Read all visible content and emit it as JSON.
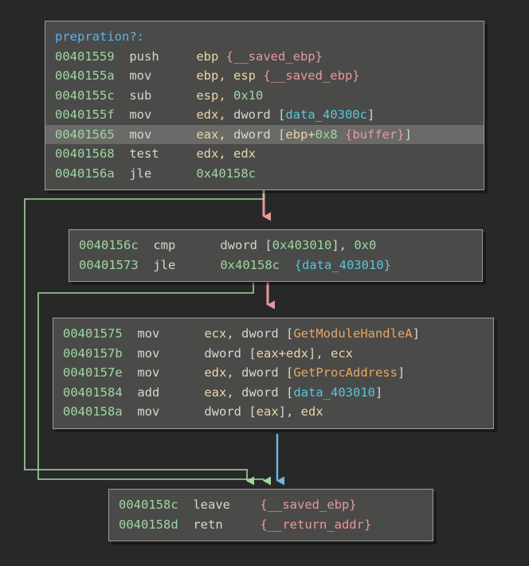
{
  "view": {
    "kind": "disassembly-control-flow-graph",
    "background_color": "#282828",
    "block_fill_color": "#4a4a49",
    "block_border_color": "#9c9c9a",
    "highlight_color": "#6a6a68"
  },
  "colors": {
    "label": "#5bb2e8",
    "address": "#9fd6a0",
    "mnemonic": "#d6d6d0",
    "register": "#e8d7a8",
    "number": "#9fd6a0",
    "data_symbol": "#57c7d9",
    "import_symbol": "#e8a662",
    "brace_comment": "#e79a9a",
    "edge_true": "#9fd6a0",
    "edge_false": "#e79a9a",
    "edge_unconditional": "#6bb8e8"
  },
  "function": {
    "name": "prepration?:"
  },
  "blocks": [
    {
      "id": "block-entry",
      "lines": [
        {
          "kind": "label",
          "tokens": [
            {
              "t": "label",
              "v": "prepration?:"
            }
          ]
        },
        {
          "kind": "instruction",
          "highlighted": false,
          "tokens": [
            {
              "t": "addr",
              "v": "00401559"
            },
            {
              "t": "mnem",
              "v": "push"
            },
            {
              "t": "reg",
              "v": "ebp"
            },
            {
              "t": "brace",
              "v": " {__saved_ebp}"
            }
          ]
        },
        {
          "kind": "instruction",
          "highlighted": false,
          "tokens": [
            {
              "t": "addr",
              "v": "0040155a"
            },
            {
              "t": "mnem",
              "v": "mov"
            },
            {
              "t": "reg",
              "v": "ebp, esp"
            },
            {
              "t": "brace",
              "v": " {__saved_ebp}"
            }
          ]
        },
        {
          "kind": "instruction",
          "highlighted": false,
          "tokens": [
            {
              "t": "addr",
              "v": "0040155c"
            },
            {
              "t": "mnem",
              "v": "sub"
            },
            {
              "t": "reg",
              "v": "esp, "
            },
            {
              "t": "num",
              "v": "0x10"
            }
          ]
        },
        {
          "kind": "instruction",
          "highlighted": false,
          "tokens": [
            {
              "t": "addr",
              "v": "0040155f"
            },
            {
              "t": "mnem",
              "v": "mov"
            },
            {
              "t": "reg",
              "v": "edx, "
            },
            {
              "t": "kw",
              "v": "dword ["
            },
            {
              "t": "data",
              "v": "data_40300c"
            },
            {
              "t": "kw",
              "v": "]"
            }
          ]
        },
        {
          "kind": "instruction",
          "highlighted": true,
          "tokens": [
            {
              "t": "addr",
              "v": "00401565"
            },
            {
              "t": "mnem",
              "v": "mov"
            },
            {
              "t": "reg",
              "v": "eax, "
            },
            {
              "t": "kw",
              "v": "dword ["
            },
            {
              "t": "reg",
              "v": "ebp+"
            },
            {
              "t": "num",
              "v": "0x8"
            },
            {
              "t": "brace",
              "v": " {buffer}"
            },
            {
              "t": "kw",
              "v": "]"
            }
          ]
        },
        {
          "kind": "instruction",
          "highlighted": false,
          "tokens": [
            {
              "t": "addr",
              "v": "00401568"
            },
            {
              "t": "mnem",
              "v": "test"
            },
            {
              "t": "reg",
              "v": "edx, edx"
            }
          ]
        },
        {
          "kind": "instruction",
          "highlighted": false,
          "tokens": [
            {
              "t": "addr",
              "v": "0040156a"
            },
            {
              "t": "mnem",
              "v": "jle"
            },
            {
              "t": "num",
              "v": "0x40158c"
            }
          ]
        }
      ]
    },
    {
      "id": "block-cmp",
      "lines": [
        {
          "kind": "instruction",
          "highlighted": false,
          "tokens": [
            {
              "t": "addr",
              "v": "0040156c"
            },
            {
              "t": "mnem",
              "v": "cmp"
            },
            {
              "t": "kw",
              "v": "dword ["
            },
            {
              "t": "num",
              "v": "0x403010"
            },
            {
              "t": "kw",
              "v": "], "
            },
            {
              "t": "num",
              "v": "0x0"
            }
          ]
        },
        {
          "kind": "instruction",
          "highlighted": false,
          "tokens": [
            {
              "t": "addr",
              "v": "00401573"
            },
            {
              "t": "mnem",
              "v": "jle"
            },
            {
              "t": "num",
              "v": "0x40158c"
            },
            {
              "t": "data",
              "v": "  {data_403010}"
            }
          ]
        }
      ]
    },
    {
      "id": "block-body",
      "lines": [
        {
          "kind": "instruction",
          "highlighted": false,
          "tokens": [
            {
              "t": "addr",
              "v": "00401575"
            },
            {
              "t": "mnem",
              "v": "mov"
            },
            {
              "t": "reg",
              "v": "ecx, "
            },
            {
              "t": "kw",
              "v": "dword ["
            },
            {
              "t": "import",
              "v": "GetModuleHandleA"
            },
            {
              "t": "kw",
              "v": "]"
            }
          ]
        },
        {
          "kind": "instruction",
          "highlighted": false,
          "tokens": [
            {
              "t": "addr",
              "v": "0040157b"
            },
            {
              "t": "mnem",
              "v": "mov"
            },
            {
              "t": "kw",
              "v": "dword ["
            },
            {
              "t": "reg",
              "v": "eax+edx"
            },
            {
              "t": "kw",
              "v": "], "
            },
            {
              "t": "reg",
              "v": "ecx"
            }
          ]
        },
        {
          "kind": "instruction",
          "highlighted": false,
          "tokens": [
            {
              "t": "addr",
              "v": "0040157e"
            },
            {
              "t": "mnem",
              "v": "mov"
            },
            {
              "t": "reg",
              "v": "edx, "
            },
            {
              "t": "kw",
              "v": "dword ["
            },
            {
              "t": "import",
              "v": "GetProcAddress"
            },
            {
              "t": "kw",
              "v": "]"
            }
          ]
        },
        {
          "kind": "instruction",
          "highlighted": false,
          "tokens": [
            {
              "t": "addr",
              "v": "00401584"
            },
            {
              "t": "mnem",
              "v": "add"
            },
            {
              "t": "reg",
              "v": "eax, "
            },
            {
              "t": "kw",
              "v": "dword ["
            },
            {
              "t": "data",
              "v": "data_403010"
            },
            {
              "t": "kw",
              "v": "]"
            }
          ]
        },
        {
          "kind": "instruction",
          "highlighted": false,
          "tokens": [
            {
              "t": "addr",
              "v": "0040158a"
            },
            {
              "t": "mnem",
              "v": "mov"
            },
            {
              "t": "kw",
              "v": "dword ["
            },
            {
              "t": "reg",
              "v": "eax"
            },
            {
              "t": "kw",
              "v": "], "
            },
            {
              "t": "reg",
              "v": "edx"
            }
          ]
        }
      ]
    },
    {
      "id": "block-exit",
      "lines": [
        {
          "kind": "instruction",
          "highlighted": false,
          "tokens": [
            {
              "t": "addr",
              "v": "0040158c"
            },
            {
              "t": "mnem",
              "v": "leave"
            },
            {
              "t": "brace",
              "v": "{__saved_ebp}"
            }
          ]
        },
        {
          "kind": "instruction",
          "highlighted": false,
          "tokens": [
            {
              "t": "addr",
              "v": "0040158d"
            },
            {
              "t": "mnem",
              "v": "retn"
            },
            {
              "t": "brace",
              "v": "{__return_addr}"
            }
          ]
        }
      ]
    }
  ]
}
